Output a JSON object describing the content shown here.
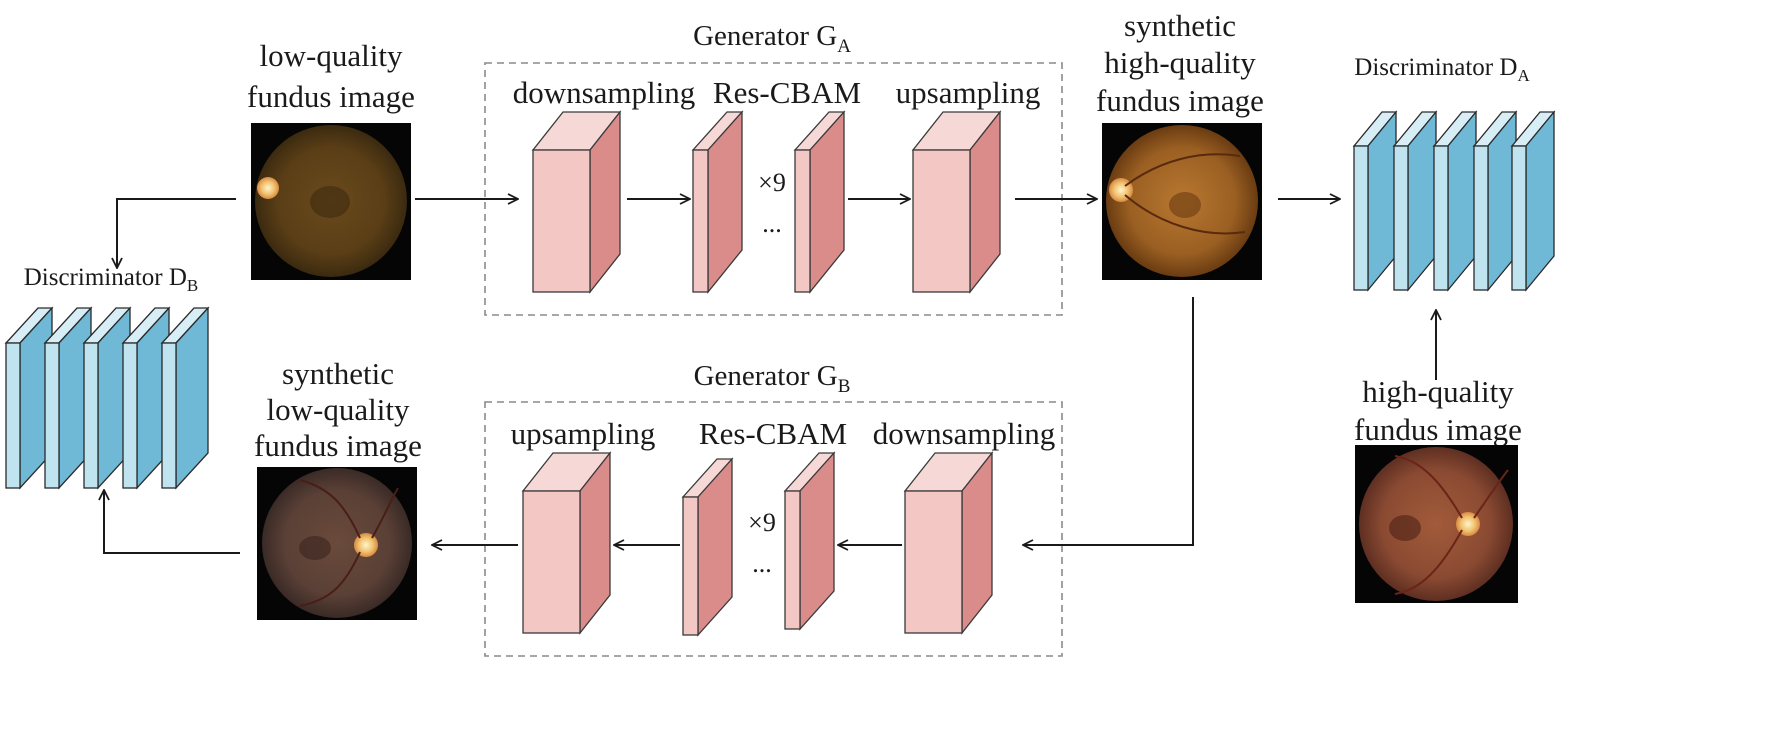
{
  "generator_a": {
    "title": "Generator G",
    "subscript": "A",
    "stage_downsampling": "downsampling",
    "stage_res_cbam": "Res-CBAM",
    "stage_upsampling": "upsampling",
    "repeat": "×9",
    "ellipsis": "..."
  },
  "generator_b": {
    "title": "Generator G",
    "subscript": "B",
    "stage_upsampling": "upsampling",
    "stage_res_cbam": "Res-CBAM",
    "stage_downsampling": "downsampling",
    "repeat": "×9",
    "ellipsis": "..."
  },
  "discriminator_a": {
    "title": "Discriminator D",
    "subscript": "A"
  },
  "discriminator_b": {
    "title": "Discriminator D",
    "subscript": "B"
  },
  "images": {
    "low_quality": [
      "low-quality",
      "fundus image"
    ],
    "synthetic_high": [
      "synthetic",
      "high-quality",
      "fundus image"
    ],
    "high_quality": [
      "high-quality",
      "fundus image"
    ],
    "synthetic_low": [
      "synthetic",
      "low-quality",
      "fundus image"
    ]
  },
  "colors": {
    "generator_block": "#f2c7c4",
    "generator_block_side": "#d98c8a",
    "discriminator_block": "#bfe3ef",
    "discriminator_block_side": "#6fb8d6"
  }
}
